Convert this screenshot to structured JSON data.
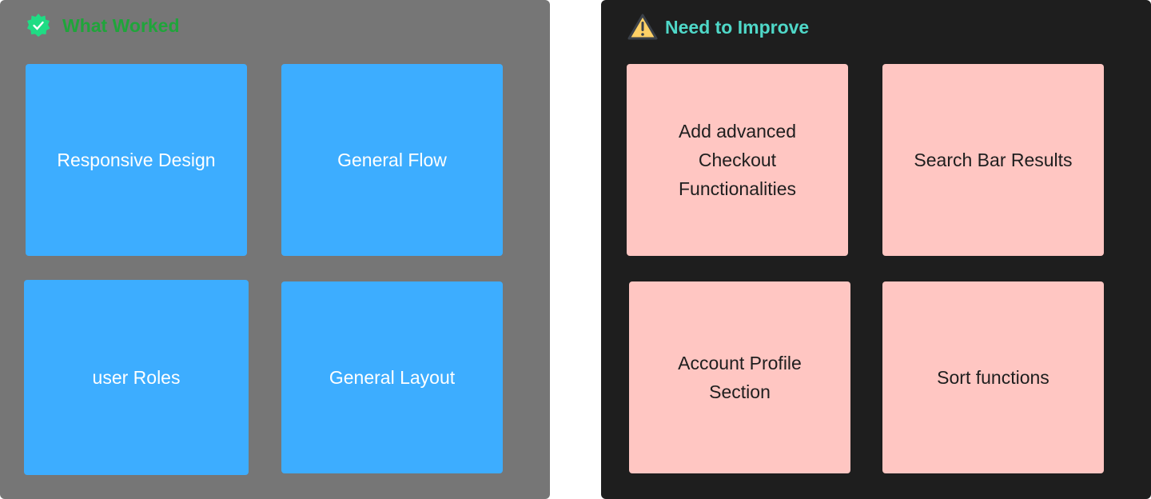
{
  "left": {
    "title": "What Worked",
    "title_color": "#1fa53a",
    "icon": "verified-badge-icon",
    "notes": [
      "Responsive Design",
      "General Flow",
      "user Roles",
      "General Layout"
    ],
    "note_color": "#3dadff"
  },
  "right": {
    "title": "Need to Improve",
    "title_color": "#4fd8c8",
    "icon": "warning-icon",
    "notes": [
      "Add advanced Checkout Functionalities",
      "Search Bar Results",
      "Account Profile Section",
      "Sort functions"
    ],
    "note_color": "#ffc6c2"
  }
}
